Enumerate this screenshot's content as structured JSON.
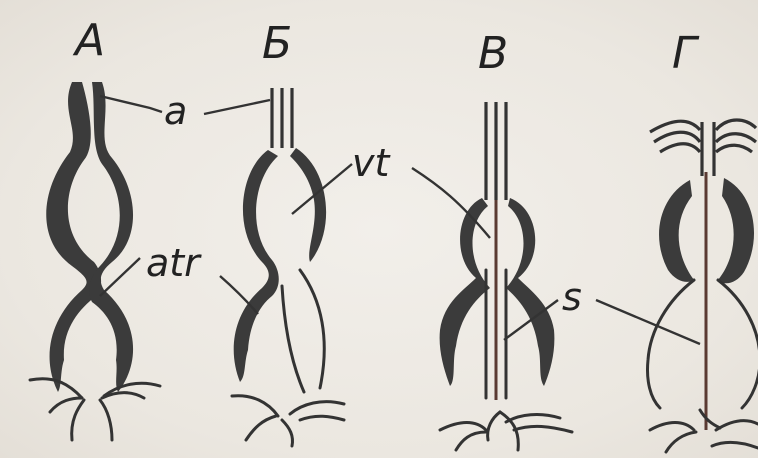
{
  "panels": [
    {
      "letter": "А"
    },
    {
      "letter": "Б"
    },
    {
      "letter": "В"
    },
    {
      "letter": "Г"
    }
  ],
  "callouts": {
    "a": "a",
    "vt": "vt",
    "atr": "atr",
    "s": "s"
  }
}
